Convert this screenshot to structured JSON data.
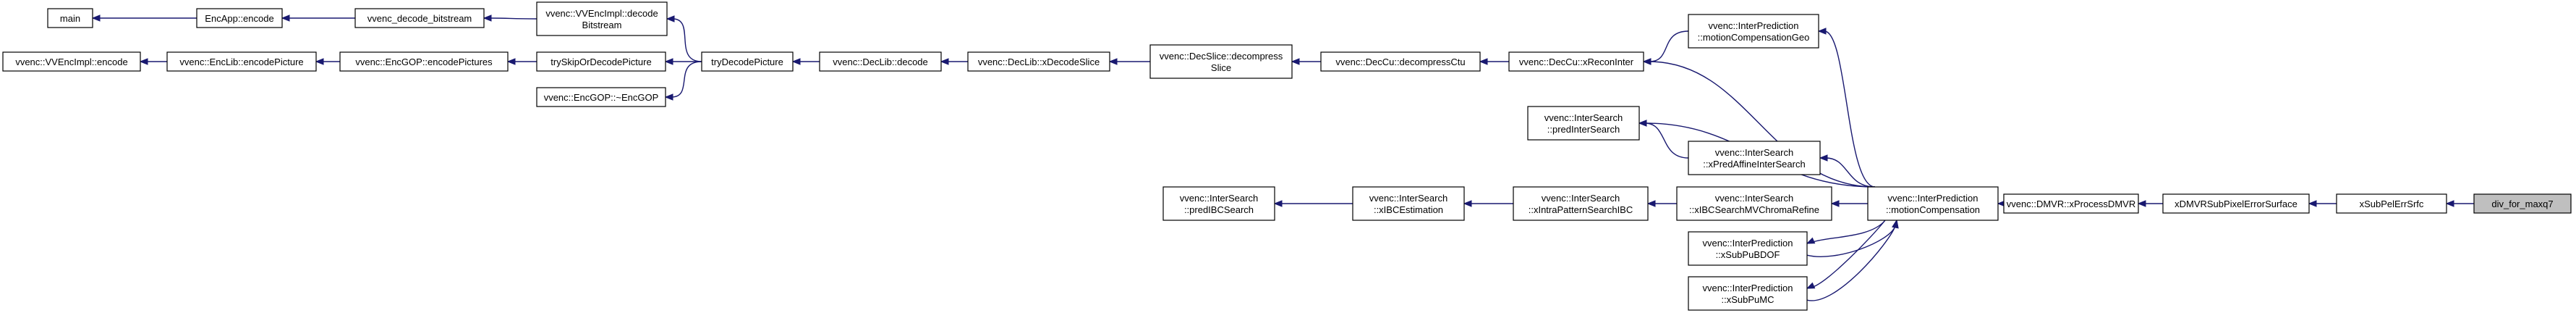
{
  "nodes": {
    "n_main": [
      "main"
    ],
    "n_encapp": [
      "EncApp::encode"
    ],
    "n_decstream": [
      "vvenc_decode_bitstream"
    ],
    "n_vvencimpl_dec": [
      "vvenc::VVEncImpl::decode",
      "Bitstream"
    ],
    "n_trydecode": [
      "tryDecodePicture"
    ],
    "n_vvencimpl_enc": [
      "vvenc::VVEncImpl::encode"
    ],
    "n_enclib": [
      "vvenc::EncLib::encodePicture"
    ],
    "n_encgop": [
      "vvenc::EncGOP::encodePictures"
    ],
    "n_tryskip": [
      "trySkipOrDecodePicture"
    ],
    "n_encgop_dtor": [
      "vvenc::EncGOP::~EncGOP"
    ],
    "n_declib_decode": [
      "vvenc::DecLib::decode"
    ],
    "n_declib_xdecode": [
      "vvenc::DecLib::xDecodeSlice"
    ],
    "n_decslice": [
      "vvenc::DecSlice::decompress",
      "Slice"
    ],
    "n_deccu_decompress": [
      "vvenc::DecCu::decompressCtu"
    ],
    "n_deccu_xrecon": [
      "vvenc::DecCu::xReconInter"
    ],
    "n_ip_mcgeo": [
      "vvenc::InterPrediction",
      "::motionCompensationGeo"
    ],
    "n_is_predinter": [
      "vvenc::InterSearch",
      "::predInterSearch"
    ],
    "n_is_affine": [
      "vvenc::InterSearch",
      "::xPredAffineInterSearch"
    ],
    "n_is_predibc": [
      "vvenc::InterSearch",
      "::predIBCSearch"
    ],
    "n_is_ibcest": [
      "vvenc::InterSearch",
      "::xIBCEstimation"
    ],
    "n_is_intrapattern": [
      "vvenc::InterSearch",
      "::xIntraPatternSearchIBC"
    ],
    "n_is_ibcchroma": [
      "vvenc::InterSearch",
      "::xIBCSearchMVChromaRefine"
    ],
    "n_ip_mc": [
      "vvenc::InterPrediction",
      "::motionCompensation"
    ],
    "n_ip_bdof": [
      "vvenc::InterPrediction",
      "::xSubPuBDOF"
    ],
    "n_ip_submc": [
      "vvenc::InterPrediction",
      "::xSubPuMC"
    ],
    "n_dmvr_process": [
      "vvenc::DMVR::xProcessDMVR"
    ],
    "n_dmvr_subpel": [
      "xDMVRSubPixelErrorSurface"
    ],
    "n_subpel_srfc": [
      "xSubPelErrSrfc"
    ],
    "n_div_maxq7": [
      "div_for_maxq7"
    ]
  },
  "colors": {
    "edge": "#191970",
    "node_border": "#000000",
    "node_fill": "#ffffff",
    "highlight_fill": "#bfbfbf"
  }
}
